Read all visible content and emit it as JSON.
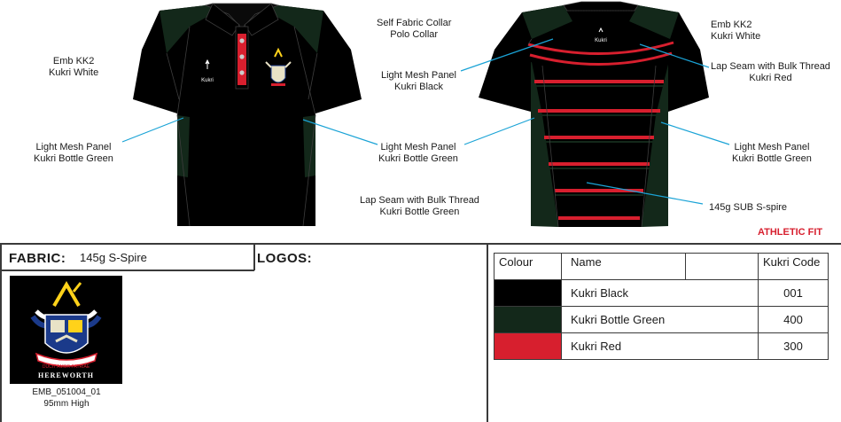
{
  "front_labels": {
    "emb": [
      "Emb KK2",
      "Kukri White"
    ],
    "collar": [
      "Self Fabric Collar",
      "Polo Collar"
    ],
    "mesh_left": [
      "Light Mesh Panel",
      "Kukri Bottle Green"
    ],
    "mesh_right": [
      "Light Mesh Panel",
      "Kukri Bottle Green"
    ],
    "lap_seam": [
      "Lap Seam with Bulk Thread",
      "Kukri Bottle Green"
    ]
  },
  "back_labels": {
    "emb": [
      "Emb KK2",
      "Kukri White"
    ],
    "mesh_black": [
      "Light Mesh Panel",
      "Kukri Black"
    ],
    "lap_seam_red": [
      "Lap Seam with Bulk Thread",
      "Kukri Red"
    ],
    "mesh_green": [
      "Light Mesh Panel",
      "Kukri Bottle Green"
    ],
    "sub": "145g SUB S-spire"
  },
  "shirt_brand": "Kukri",
  "fit": "ATHLETIC FIT",
  "fabric": {
    "label": "FABRIC:",
    "value": "145g S-Spire"
  },
  "logos": {
    "label": "LOGOS:",
    "code": "EMB_051004_01",
    "size": "95mm High",
    "crest_name": "HEREWORTH",
    "crest_motto": "DUCIT AMOR PATRIAE"
  },
  "colour_table": {
    "headers": [
      "Colour",
      "Name",
      "",
      "Kukri Code"
    ],
    "rows": [
      {
        "name": "Kukri Black",
        "code": "001",
        "color": "#000000"
      },
      {
        "name": "Kukri Bottle Green",
        "code": "400",
        "color": "#13281a"
      },
      {
        "name": "Kukri Red",
        "code": "300",
        "color": "#d71f2e"
      }
    ]
  },
  "colors": {
    "black": "#000000",
    "bottle_green": "#13281a",
    "red": "#d71f2e",
    "leader": "#1aa3d6"
  }
}
